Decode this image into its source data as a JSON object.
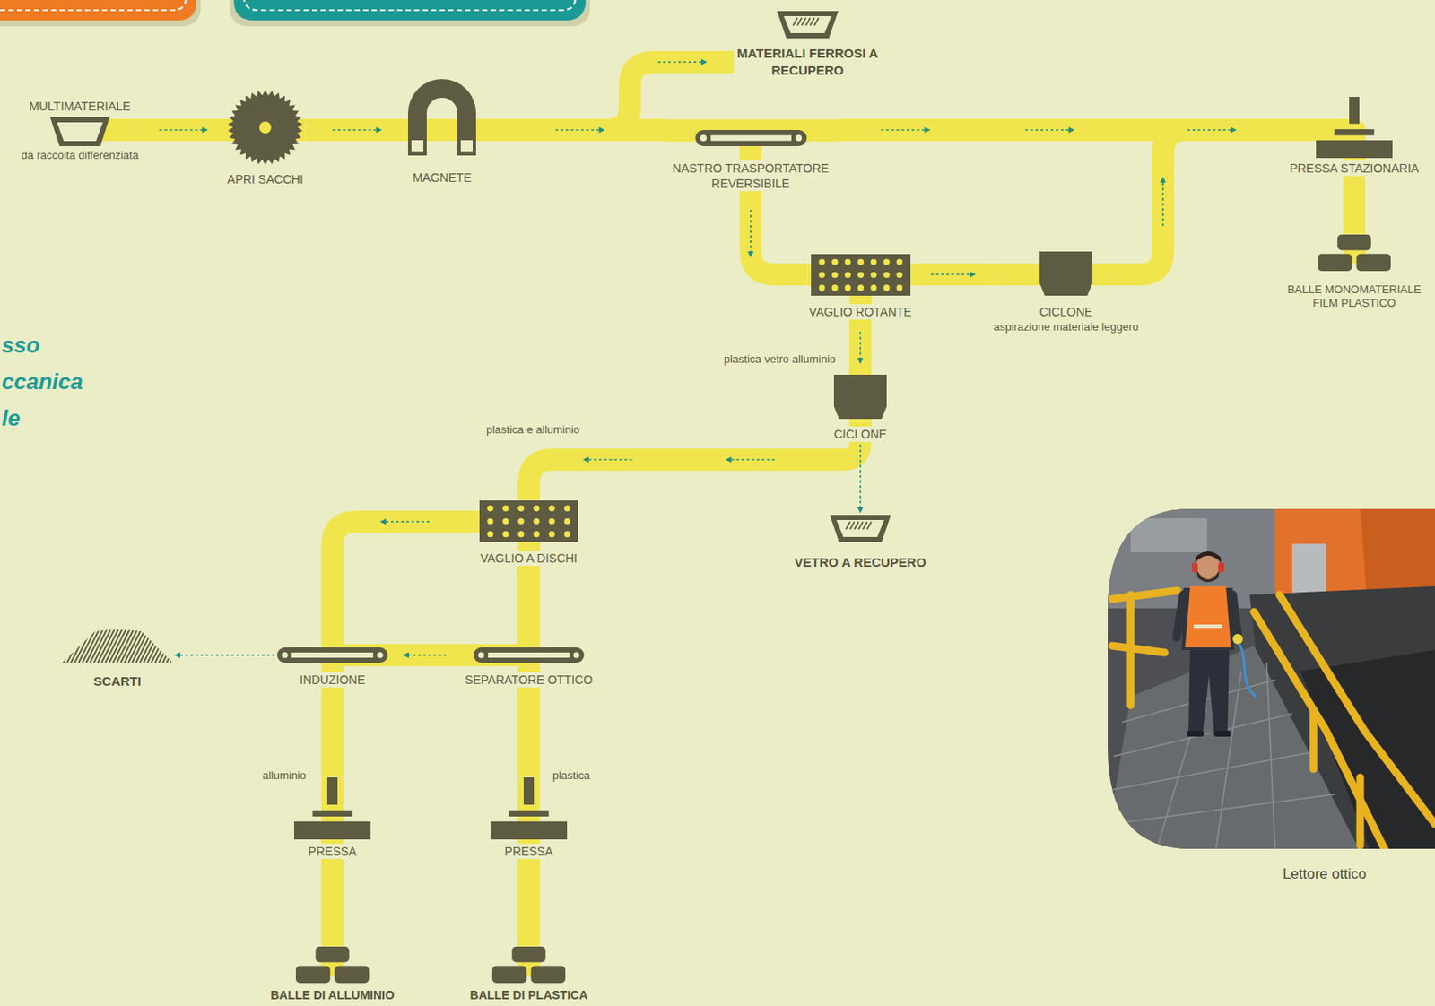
{
  "diagram": {
    "nodes": [
      {
        "text": [
          "MULTIMATERIALE",
          "da raccolta differenziata"
        ]
      },
      {
        "text": [
          "APRI SACCHI"
        ]
      },
      {
        "text": [
          "MAGNETE"
        ]
      },
      {
        "text": [
          "MATERIALI FERROSI A RECUPERO"
        ]
      },
      {
        "text": [
          "NASTRO TRASPORTATORE REVERSIBILE"
        ]
      },
      {
        "text": [
          "PRESSA STAZIONARIA"
        ]
      },
      {
        "text": [
          "BALLE MONOMATERIALE FILM PLASTICO"
        ]
      },
      {
        "text": [
          "VAGLIO ROTANTE"
        ]
      },
      {
        "text": [
          "CICLONE",
          "aspirazione materiale leggero"
        ]
      },
      {
        "text": [
          "CICLONE"
        ]
      },
      {
        "text": [
          "VETRO A RECUPERO"
        ]
      },
      {
        "text": [
          "VAGLIO A DISCHI"
        ]
      },
      {
        "text": [
          "SEPARATORE OTTICO"
        ]
      },
      {
        "text": [
          "INDUZIONE"
        ]
      },
      {
        "text": [
          "SCARTI"
        ]
      },
      {
        "text": [
          "PRESSA"
        ]
      },
      {
        "text": [
          "PRESSA"
        ]
      },
      {
        "text": [
          "BALLE DI ALLUMINIO"
        ]
      },
      {
        "text": [
          "BALLE DI PLASTICA"
        ]
      }
    ],
    "edges": [
      {
        "from": 0,
        "to": 1,
        "arrow": "to"
      },
      {
        "from": 1,
        "to": 2,
        "arrow": "to"
      },
      {
        "from": 2,
        "to": 3,
        "arrow": "to"
      },
      {
        "from": 2,
        "to": 4,
        "arrow": "to"
      },
      {
        "from": 4,
        "to": 5,
        "arrow": "to"
      },
      {
        "from": 4,
        "to": 7,
        "arrow": "to"
      },
      {
        "from": 7,
        "to": 8,
        "arrow": "to"
      },
      {
        "from": 8,
        "to": 5,
        "arrow": "to"
      },
      {
        "from": 5,
        "to": 6,
        "arrow": "none"
      },
      {
        "from": 7,
        "to": 9,
        "label": "plastica vetro alluminio",
        "arrow": "to"
      },
      {
        "from": 9,
        "to": 10,
        "arrow": "to"
      },
      {
        "from": 9,
        "to": 11,
        "label": "plastica e alluminio",
        "arrow": "to"
      },
      {
        "from": 11,
        "to": 13,
        "arrow": "to"
      },
      {
        "from": 11,
        "to": 12,
        "arrow": "none"
      },
      {
        "from": 12,
        "to": 13,
        "arrow": "to"
      },
      {
        "from": 13,
        "to": 14,
        "arrow": "to"
      },
      {
        "from": 13,
        "to": 15,
        "label": "alluminio",
        "arrow": "none"
      },
      {
        "from": 12,
        "to": 16,
        "label": "plastica",
        "arrow": "none"
      },
      {
        "from": 15,
        "to": 17,
        "arrow": "none"
      },
      {
        "from": 16,
        "to": 18,
        "arrow": "none"
      }
    ],
    "labels": [
      "sso",
      "ccanica",
      "le",
      "Lettore ottico"
    ]
  }
}
